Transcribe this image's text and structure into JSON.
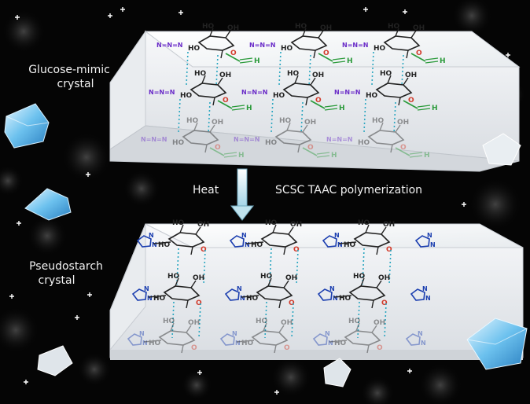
{
  "labels": {
    "top_crystal_line1": "Glucose-mimic",
    "top_crystal_line2": "crystal",
    "bottom_crystal_line1": "Pseudostarch",
    "bottom_crystal_line2": "crystal",
    "arrow_left": "Heat",
    "arrow_right": "SCSC TAAC polymerization"
  },
  "chem_text": {
    "hydroxyl": "HO",
    "hydroxyl_r": "OH",
    "ring_oxygen": "O",
    "alkyne_h": "H",
    "azide": "N=N=N",
    "triazole_n": "N"
  },
  "colors": {
    "background": "#050505",
    "slab_face": "#f4f6f8",
    "slab_side": "#c9ccd1",
    "azide": "#6a2cc8",
    "alkyne": "#2a9a3a",
    "triazole": "#1c3fb0",
    "hbond": "#2aa6c0",
    "arrow": "#bfe3ee",
    "crystal": "#5ab8e8"
  }
}
